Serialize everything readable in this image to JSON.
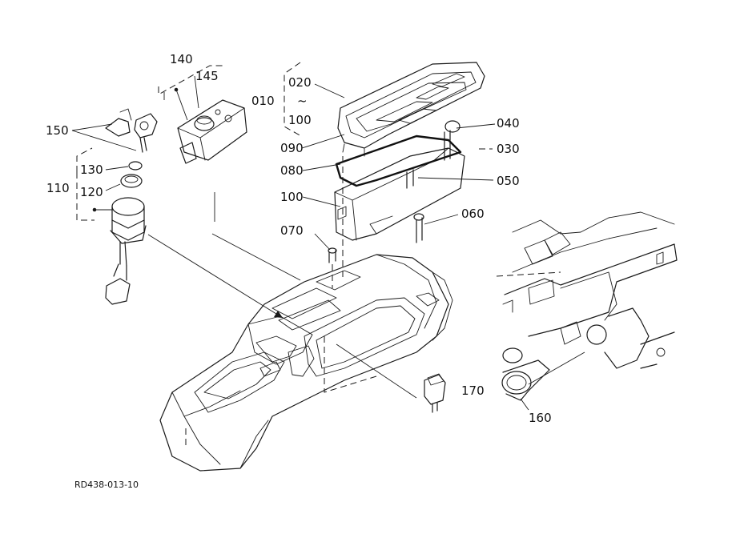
{
  "labels": {
    "p010": "010",
    "p020": "020",
    "tilde": "~",
    "p100_range": "100",
    "p030": "030",
    "p040": "040",
    "p050": "050",
    "p060": "060",
    "p070": "070",
    "p080": "080",
    "p090": "090",
    "p100": "100",
    "p110": "110",
    "p120": "120",
    "p130": "130",
    "p140": "140",
    "p145": "145",
    "p150": "150",
    "p160": "160",
    "p170": "170"
  },
  "drawing_code": "RD438-013-10"
}
